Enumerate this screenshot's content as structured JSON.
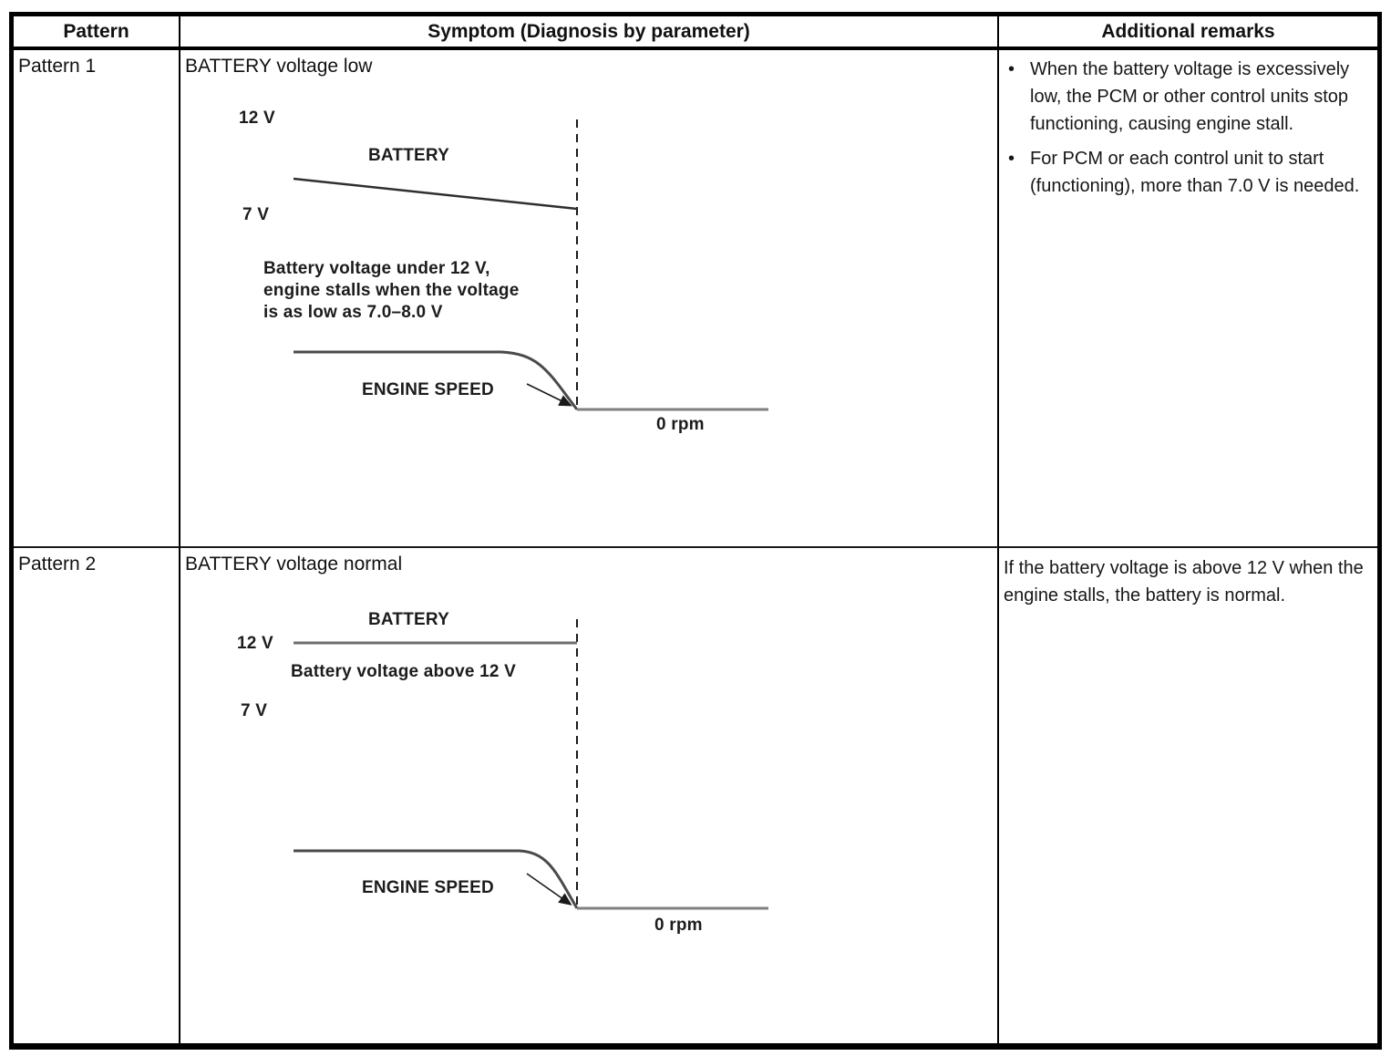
{
  "table": {
    "headers": {
      "pattern": "Pattern",
      "symptom": "Symptom (Diagnosis by parameter)",
      "remarks": "Additional remarks"
    },
    "rows": [
      {
        "pattern": "Pattern 1",
        "symptom_title": "BATTERY voltage low",
        "diagram": {
          "label_12v": "12 V",
          "label_7v": "7 V",
          "label_battery": "BATTERY",
          "label_engine_speed": "ENGINE SPEED",
          "label_0rpm": "0 rpm",
          "annotation_lines": [
            "Battery voltage under 12 V,",
            "engine stalls when the voltage",
            "is as low as 7.0–8.0 V"
          ]
        },
        "remarks": [
          "When the battery voltage is excessively low, the PCM or other control units stop functioning, causing engine stall.",
          "For PCM or each control unit to start (functioning), more than 7.0 V is needed."
        ]
      },
      {
        "pattern": "Pattern 2",
        "symptom_title": "BATTERY voltage normal",
        "diagram": {
          "label_12v": "12 V",
          "label_7v": "7 V",
          "label_battery": "BATTERY",
          "label_engine_speed": "ENGINE SPEED",
          "label_0rpm": "0 rpm",
          "annotation": "Battery voltage above 12 V"
        },
        "remarks": [
          "If the battery voltage is above 12 V when the engine stalls, the battery is normal."
        ]
      }
    ]
  }
}
